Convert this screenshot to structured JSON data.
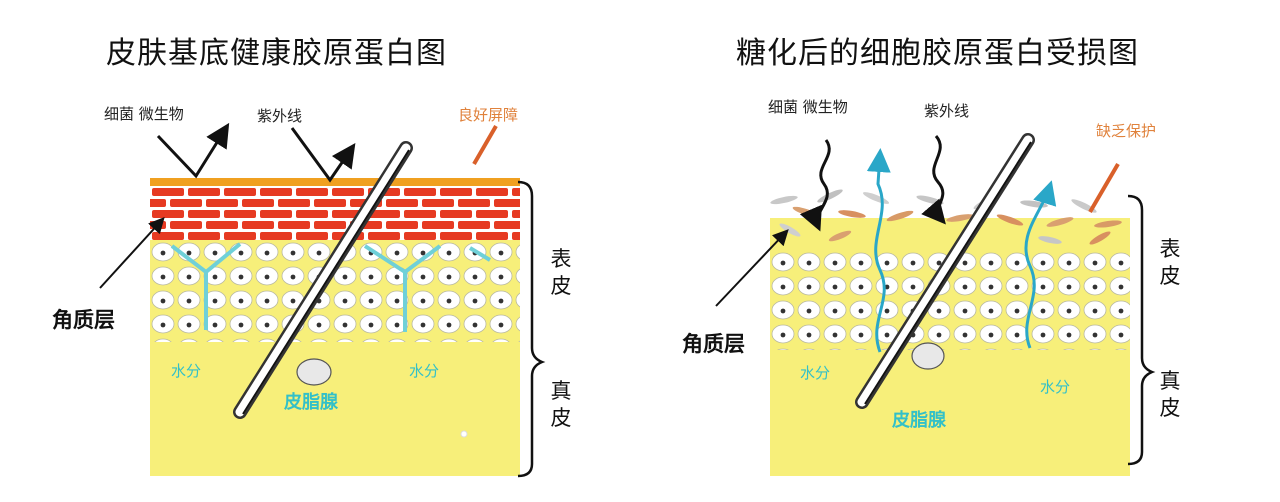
{
  "left": {
    "title": "皮肤基底健康胶原蛋白图",
    "bacteria": "细菌 微生物",
    "uv": "紫外线",
    "barrier": "良好屏障",
    "stratum": "角质层",
    "water_left": "水分",
    "water_right": "水分",
    "sebaceous": "皮脂腺",
    "epidermis_1": "表",
    "epidermis_2": "皮",
    "dermis_1": "真",
    "dermis_2": "皮"
  },
  "right": {
    "title": "糖化后的细胞胶原蛋白受损图",
    "bacteria": "细菌 微生物",
    "uv": "紫外线",
    "lack": "缺乏保护",
    "stratum": "角质层",
    "water_left": "水分",
    "water_right": "水分",
    "sebaceous": "皮脂腺",
    "epidermis_1": "表",
    "epidermis_2": "皮",
    "dermis_1": "真",
    "dermis_2": "皮"
  },
  "colors": {
    "skin_yellow": "#f7ef7a",
    "brick_red": "#e63a22",
    "barrier_orange": "#f0a020",
    "water_cyan": "#33c0c8",
    "wave_blue": "#2aa7c8",
    "arrow_orange": "#d9602a"
  }
}
